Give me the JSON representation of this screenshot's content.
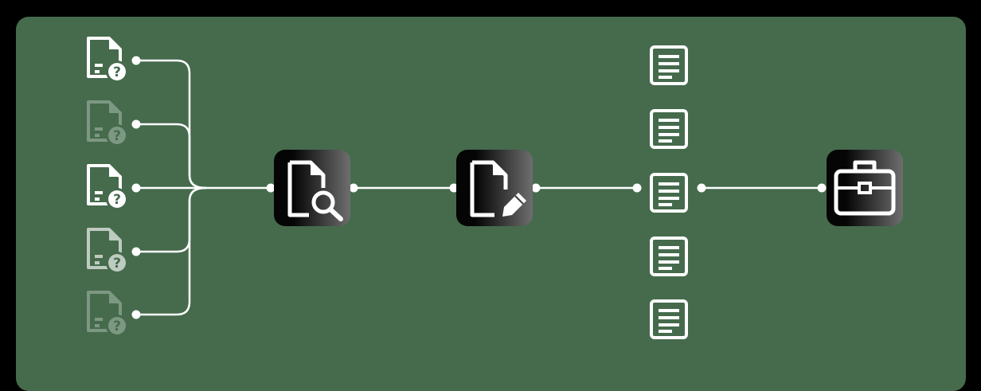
{
  "colors": {
    "page_background": "#000000",
    "panel": "#456b4c",
    "line": "#ffffff",
    "icon": "#ffffff",
    "node_gradient_start": "#050505",
    "node_gradient_end": "#6e6e6e"
  },
  "inputs": [
    {
      "icon": "document-question-icon",
      "opacity": 1.0
    },
    {
      "icon": "document-question-icon",
      "opacity": 0.3
    },
    {
      "icon": "document-question-icon",
      "opacity": 1.0
    },
    {
      "icon": "document-question-icon",
      "opacity": 0.65
    },
    {
      "icon": "document-question-icon",
      "opacity": 0.3
    }
  ],
  "stages": [
    {
      "id": "search",
      "icon": "document-search-icon"
    },
    {
      "id": "edit",
      "icon": "document-edit-icon"
    }
  ],
  "outputs": [
    {
      "icon": "document-lines-icon"
    },
    {
      "icon": "document-lines-icon"
    },
    {
      "icon": "document-lines-icon"
    },
    {
      "icon": "document-lines-icon"
    },
    {
      "icon": "document-lines-icon"
    }
  ],
  "destination": {
    "icon": "briefcase-icon"
  }
}
